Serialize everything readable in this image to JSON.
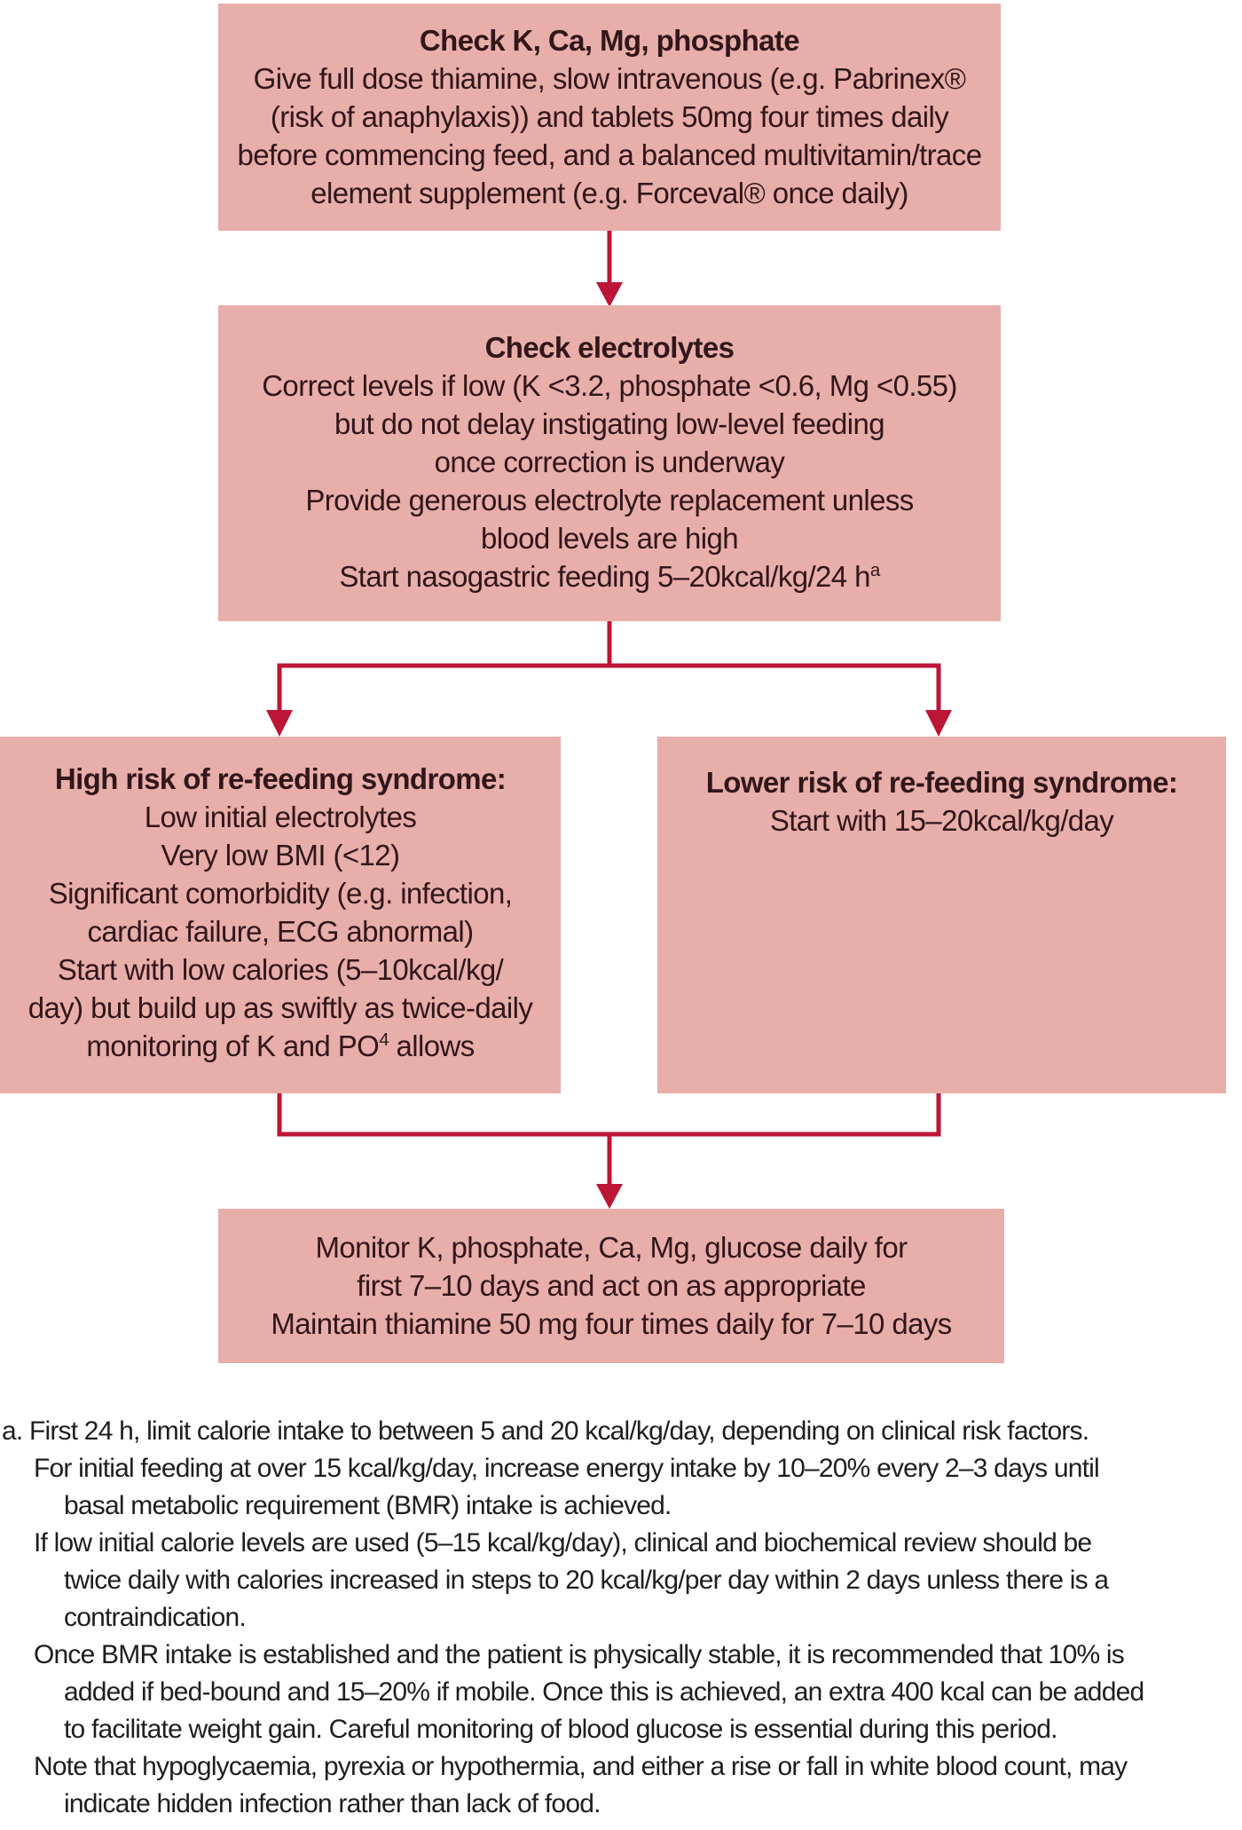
{
  "colors": {
    "box_fill": "#e8aeaa",
    "arrow": "#bc1536",
    "box_text": "#31161a",
    "footnote_text": "#1e1e1e",
    "background": "#ffffff"
  },
  "flow": {
    "check_vitamins": {
      "title": "Check K, Ca, Mg, phosphate",
      "lines": [
        "Give full dose thiamine, slow intravenous (e.g. Pabrinex®",
        "(risk of anaphylaxis)) and tablets 50mg four times daily",
        "before commencing feed, and a balanced multivitamin/trace",
        "element supplement (e.g. Forceval® once daily)"
      ]
    },
    "check_electrolytes": {
      "title": "Check electrolytes",
      "lines": [
        "Correct levels if low (K <3.2, phosphate <0.6, Mg <0.55)",
        "but do not delay instigating low-level feeding",
        "once correction is underway",
        "Provide generous electrolyte replacement unless",
        "blood levels are high"
      ],
      "last_line": {
        "text": "Start nasogastric feeding 5–20kcal/kg/24 h",
        "sup": "a"
      }
    },
    "high_risk": {
      "title": "High risk of re-feeding syndrome:",
      "lines": [
        "Low initial electrolytes",
        "Very low BMI (<12)",
        "Significant comorbidity (e.g. infection,",
        "cardiac failure, ECG abnormal)",
        "Start with low calories (5–10kcal/kg/",
        "day) but build up as swiftly as twice-daily"
      ],
      "last_line": {
        "pre": "monitoring of K and PO",
        "sup": "4",
        "post": " allows"
      }
    },
    "lower_risk": {
      "title": "Lower risk of re-feeding syndrome:",
      "lines": [
        "Start with 15–20kcal/kg/day"
      ]
    },
    "monitor": {
      "lines": [
        "Monitor K, phosphate, Ca, Mg, glucose daily for",
        "first 7–10 days and act on as appropriate",
        "Maintain thiamine 50 mg four times daily for 7–10 days"
      ]
    }
  },
  "footnote": {
    "lines": [
      {
        "indent": 0,
        "text": "a. First 24 h, limit calorie intake to between 5 and 20 kcal/kg/day, depending on clinical risk factors."
      },
      {
        "indent": 1,
        "text": "For initial feeding at over 15 kcal/kg/day, increase energy intake by 10–20% every 2–3 days until"
      },
      {
        "indent": 2,
        "text": "basal metabolic requirement (BMR) intake is achieved."
      },
      {
        "indent": 1,
        "text": "If low initial calorie levels are used (5–15 kcal/kg/day), clinical and biochemical review should be"
      },
      {
        "indent": 2,
        "text": "twice daily with calories increased in steps to 20 kcal/kg/per day within 2 days unless there is a"
      },
      {
        "indent": 2,
        "text": "contraindication."
      },
      {
        "indent": 1,
        "text": "Once BMR intake is established and the patient is physically stable, it is recommended that 10% is"
      },
      {
        "indent": 2,
        "text": "added if bed-bound and 15–20% if mobile. Once this is achieved, an extra 400 kcal can be added"
      },
      {
        "indent": 2,
        "text": "to facilitate weight gain. Careful monitoring of blood glucose is essential during this period."
      },
      {
        "indent": 1,
        "text": "Note that hypoglycaemia, pyrexia or hypothermia, and either a rise or fall in white blood count, may"
      },
      {
        "indent": 2,
        "text": "indicate hidden infection rather than lack of food."
      }
    ]
  }
}
